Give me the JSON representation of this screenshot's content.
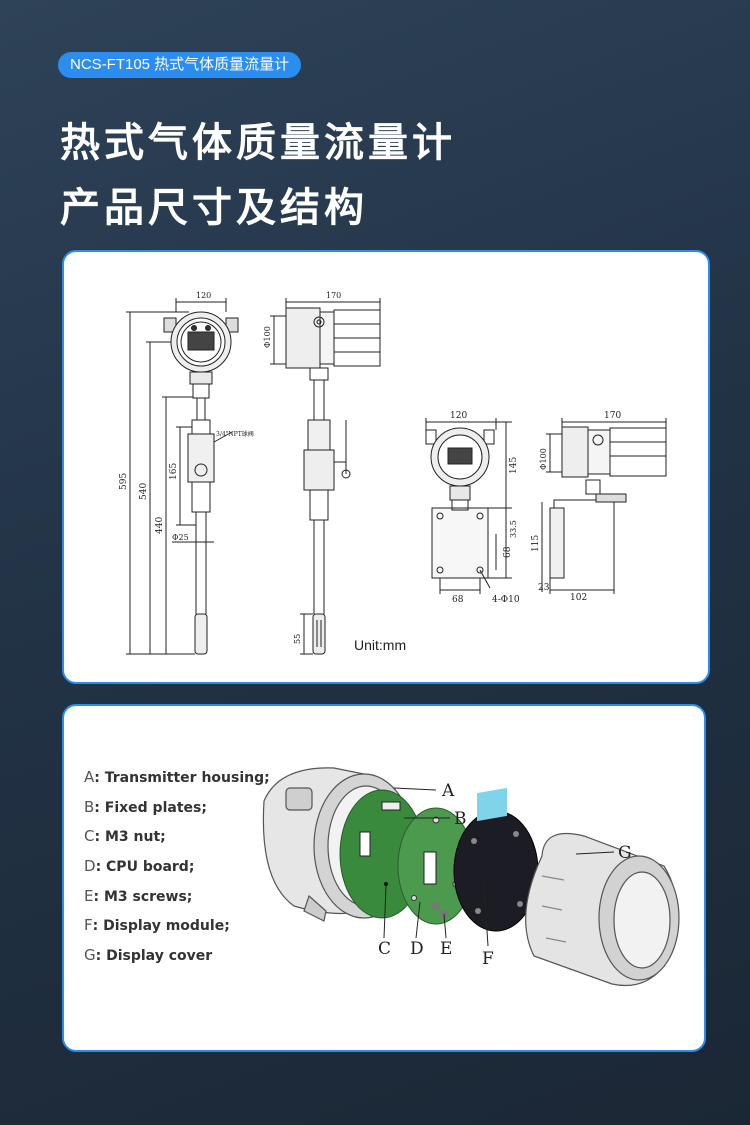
{
  "header": {
    "badge": "NCS-FT105 热式气体质量流量计",
    "title_line1": "热式气体质量流量计",
    "title_line2": "产品尺寸及结构"
  },
  "drawing": {
    "unit_label": "Unit:mm",
    "dims": {
      "front_width": "120",
      "side_width": "170",
      "side_dia": "Φ100",
      "total_length": "595",
      "len_540": "540",
      "len_440": "440",
      "len_165": "165",
      "rod_dia": "Φ25",
      "probe_55": "55",
      "valve_label": "3/4\"NPT球阀",
      "wall_front_width": "120",
      "wall_side_width": "170",
      "wall_side_dia": "Φ100",
      "wall_145": "145",
      "wall_33_5": "33.5",
      "wall_115": "115",
      "wall_68_v": "68",
      "wall_68_h": "68",
      "wall_holes": "4-Φ10",
      "wall_23": "23",
      "wall_102": "102"
    }
  },
  "structure": {
    "parts": [
      {
        "letter": "A",
        "name": ": Transmitter housing;"
      },
      {
        "letter": "B",
        "name": ": Fixed plates;"
      },
      {
        "letter": "C",
        "name": ": M3 nut;"
      },
      {
        "letter": "D",
        "name": ": CPU board;"
      },
      {
        "letter": "E",
        "name": ": M3 screws;"
      },
      {
        "letter": "F",
        "name": ": Display module;"
      },
      {
        "letter": "G",
        "name": ": Display cover"
      }
    ],
    "callouts": {
      "a": "A",
      "b": "B",
      "c": "C",
      "d": "D",
      "e": "E",
      "f": "F",
      "g": "G"
    }
  }
}
